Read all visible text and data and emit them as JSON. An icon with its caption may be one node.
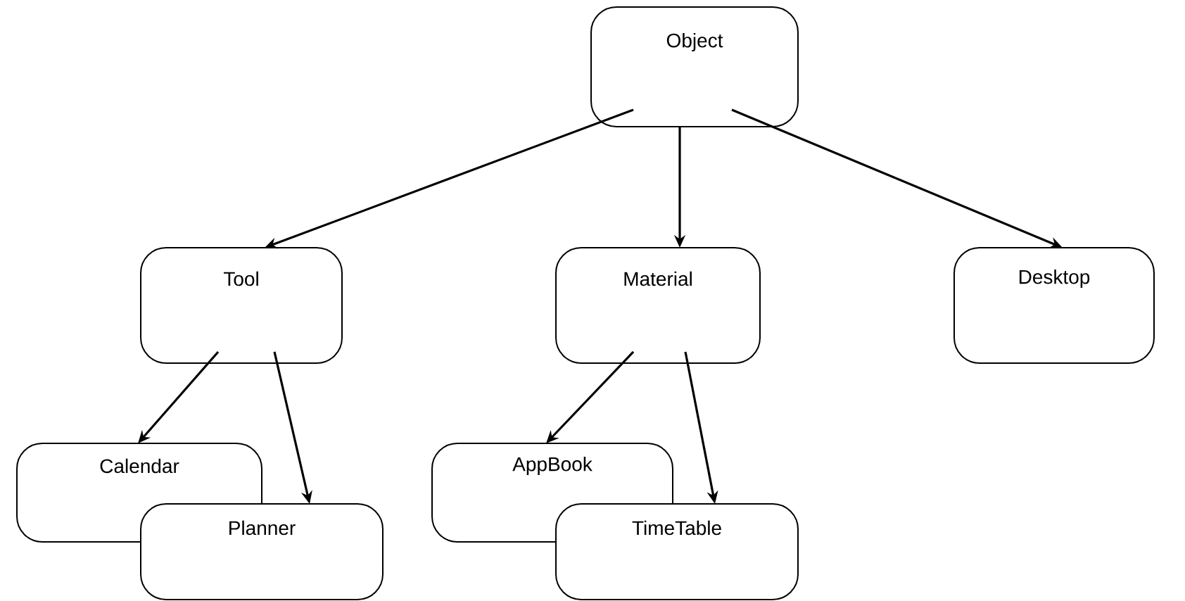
{
  "diagram": {
    "nodes": [
      {
        "text": [
          "Object"
        ]
      },
      {
        "text": [
          "Tool"
        ]
      },
      {
        "text": [
          "Material"
        ]
      },
      {
        "text": [
          "Desktop"
        ]
      },
      {
        "text": [
          "Calendar"
        ]
      },
      {
        "text": [
          "Planner"
        ]
      },
      {
        "text": [
          "AppBook"
        ]
      },
      {
        "text": [
          "TimeTable"
        ]
      }
    ],
    "edges": [
      {
        "from": 0,
        "to": 1,
        "arrow": "to"
      },
      {
        "from": 0,
        "to": 2,
        "arrow": "to"
      },
      {
        "from": 0,
        "to": 3,
        "arrow": "to"
      },
      {
        "from": 1,
        "to": 4,
        "arrow": "to"
      },
      {
        "from": 1,
        "to": 5,
        "arrow": "to"
      },
      {
        "from": 2,
        "to": 6,
        "arrow": "to"
      },
      {
        "from": 2,
        "to": 7,
        "arrow": "to"
      }
    ]
  }
}
